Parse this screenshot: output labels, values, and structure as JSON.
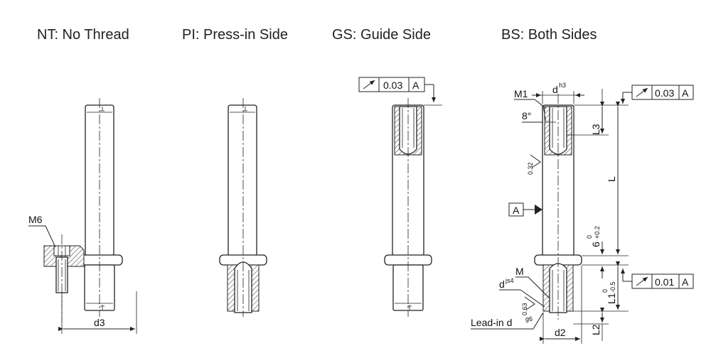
{
  "titles": {
    "nt": "NT: No Thread",
    "pi": "PI: Press-in Side",
    "gs": "GS: Guide Side",
    "bs": "BS: Both Sides"
  },
  "nt_labels": {
    "m6": "M6",
    "d3": "d3"
  },
  "gs_frame": {
    "tolerance": "0.03",
    "datum": "A"
  },
  "bs_labels": {
    "m1": "M1",
    "d": "d",
    "d_tol": "h3",
    "angle": "8°",
    "rough_top": "0.32",
    "datum_a": "A",
    "l": "L",
    "l3": "L3",
    "six": "6",
    "six_upper": "0",
    "six_lower": "+0.2",
    "m": "M",
    "djs": "d",
    "djs_tol": "js4",
    "rough_bottom": "0.63",
    "lead_in": "Lead-in d",
    "lead_tol": "g6",
    "l1": "L1",
    "l1_upper": "0",
    "l1_lower": "-0.5",
    "l2": "L2",
    "d2": "d2"
  },
  "bs_frame_top": {
    "tolerance": "0.03",
    "datum": "A"
  },
  "bs_frame_bottom": {
    "tolerance": "0.01",
    "datum": "A"
  }
}
